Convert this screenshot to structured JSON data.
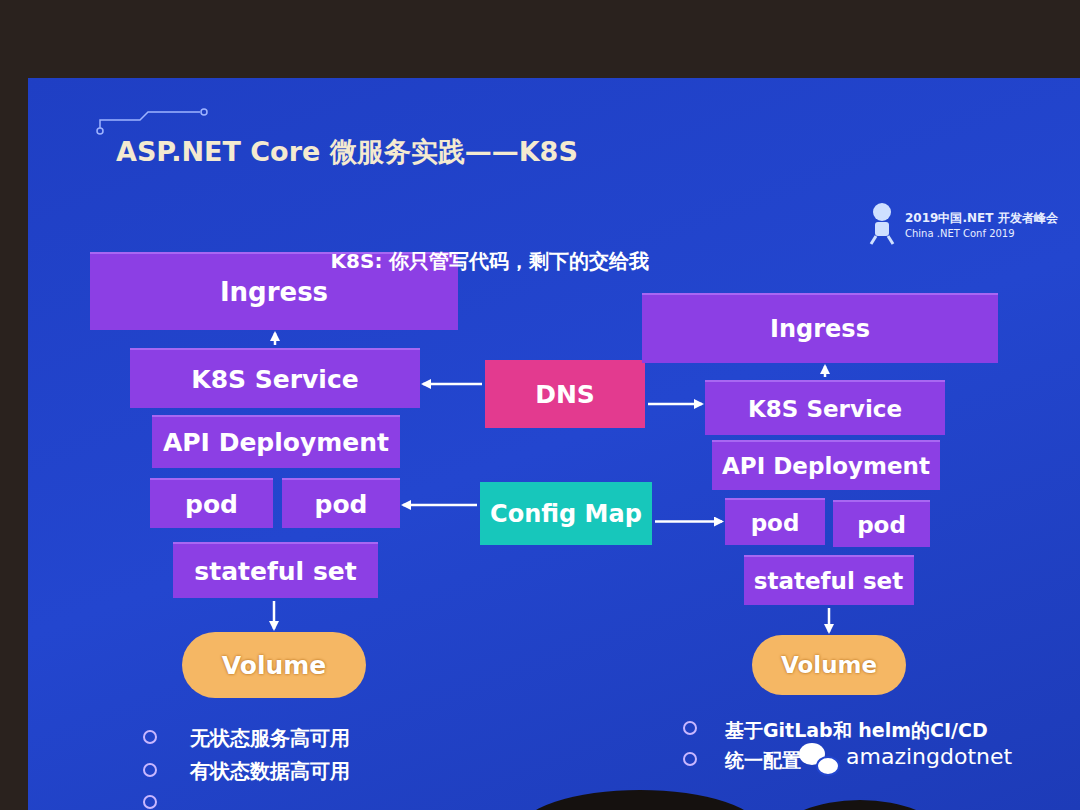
{
  "diagram": {
    "title": "ASP.NET Core 微服务实践——K8S",
    "nodes": [
      {
        "text": [
          "Ingress"
        ]
      },
      {
        "text": [
          "K8S Service"
        ]
      },
      {
        "text": [
          "API Deployment"
        ]
      },
      {
        "text": [
          "pod"
        ]
      },
      {
        "text": [
          "pod"
        ]
      },
      {
        "text": [
          "stateful set"
        ]
      },
      {
        "text": [
          "Volume"
        ]
      },
      {
        "text": [
          "DNS"
        ]
      },
      {
        "text": [
          "Config Map"
        ]
      },
      {
        "text": [
          "Ingress"
        ]
      },
      {
        "text": [
          "K8S Service"
        ]
      },
      {
        "text": [
          "API Deployment"
        ]
      },
      {
        "text": [
          "pod"
        ]
      },
      {
        "text": [
          "pod"
        ]
      },
      {
        "text": [
          "stateful set"
        ]
      },
      {
        "text": [
          "Volume"
        ]
      }
    ],
    "edges": [
      {
        "from": 1,
        "to": 0,
        "arrow": "to"
      },
      {
        "from": 7,
        "to": 1,
        "arrow": "to"
      },
      {
        "from": 7,
        "to": 10,
        "arrow": "to"
      },
      {
        "from": 10,
        "to": 9,
        "arrow": "to"
      },
      {
        "from": 8,
        "to": 4,
        "arrow": "to"
      },
      {
        "from": 8,
        "to": 12,
        "arrow": "to"
      },
      {
        "from": 5,
        "to": 6,
        "arrow": "to"
      },
      {
        "from": 14,
        "to": 15,
        "arrow": "to"
      }
    ],
    "labels": [
      "2019中国.NET 开发者峰会",
      "China .NET Conf 2019",
      "K8S: 你只管写代码，剩下的交给我",
      "无状态服务高可用",
      "有状态数据高可用",
      "基于GitLab和 helm的CI/CD",
      "统一配置",
      "amazingdotnet"
    ]
  }
}
